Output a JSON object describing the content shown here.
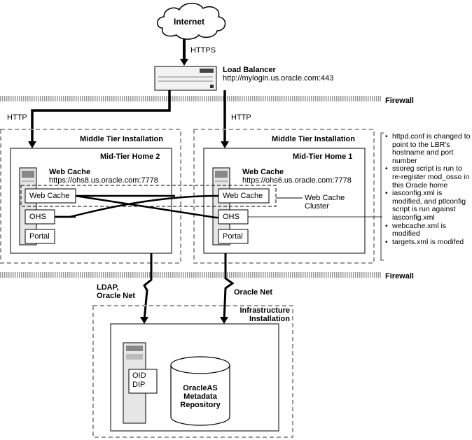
{
  "internet": {
    "label": "Internet"
  },
  "https_label": "HTTPS",
  "load_balancer": {
    "title": "Load Balancer",
    "url": "http://mylogin.us.oracle.com:443"
  },
  "firewall_label": "Firewall",
  "http_label": "HTTP",
  "middle_tier_label": "Middle Tier Installation",
  "home2": {
    "title": "Mid-Tier Home 2",
    "webcache_title": "Web Cache",
    "webcache_url": "https://ohs8.us.oracle.com:7778",
    "components": [
      "Web Cache",
      "OHS",
      "Portal"
    ]
  },
  "home1": {
    "title": "Mid-Tier Home 1",
    "webcache_title": "Web Cache",
    "webcache_url": "https://ohs6.us.oracle.com:7778",
    "components": [
      "Web Cache",
      "OHS",
      "Portal"
    ]
  },
  "cluster_label": "Web Cache\nCluster",
  "notes": [
    "httpd.conf is changed to point to the LBR's hostname and port number",
    "ssoreg script is run to re-register mod_osso in this Oracle home",
    "iasconfig.xml is modified, and ptlconfig script is run against iasconfig.xml",
    "webcache.xml is modified",
    "targets.xml is modifed"
  ],
  "ldap_label": "LDAP,\nOracle Net",
  "oracle_net_label": "Oracle Net",
  "infra_label": "Infrastructure\nInstallation",
  "infra_components": [
    "OID",
    "DIP"
  ],
  "repository_label": "OracleAS\nMetadata\nRepository"
}
